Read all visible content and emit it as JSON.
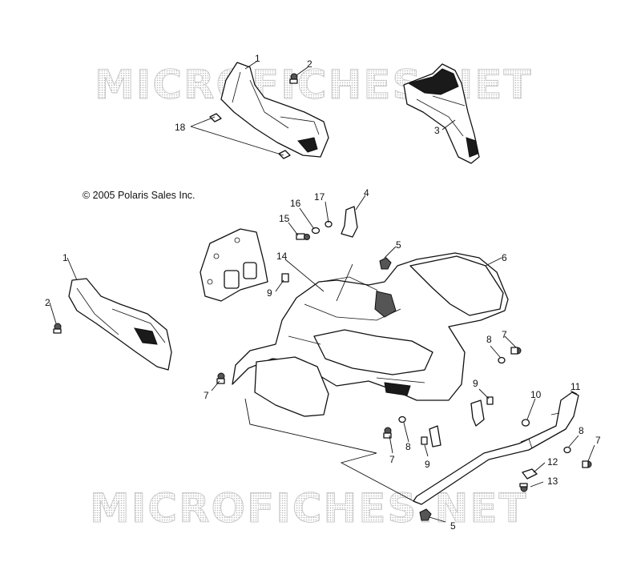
{
  "copyright": "© 2005 Polaris Sales Inc.",
  "watermark": "MICROFICHES.NET",
  "callouts": [
    "1",
    "2",
    "18",
    "3",
    "4",
    "17",
    "16",
    "15",
    "5",
    "6",
    "14",
    "9",
    "1",
    "2",
    "8",
    "7",
    "9",
    "10",
    "11",
    "8",
    "7",
    "12",
    "13",
    "5",
    "7",
    "8",
    "9",
    "7"
  ]
}
